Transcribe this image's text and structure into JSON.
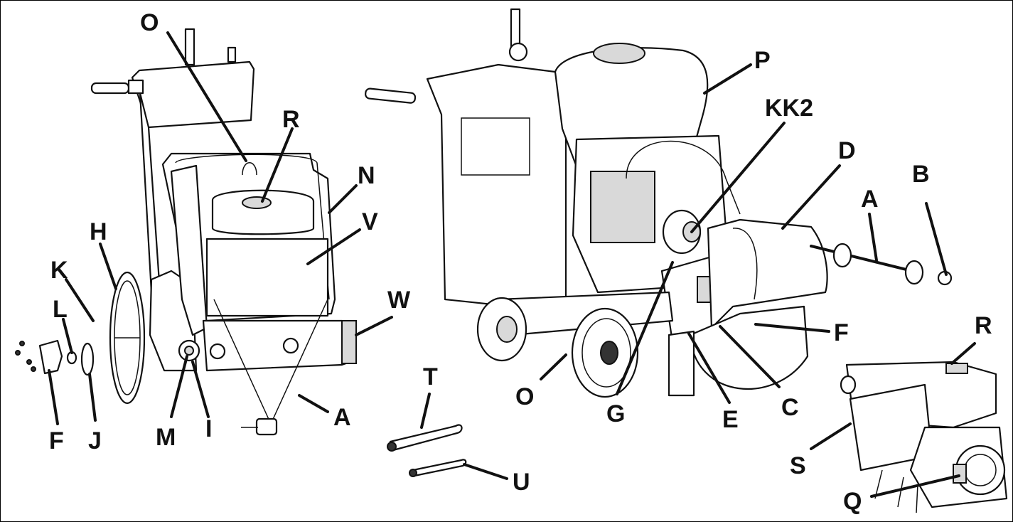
{
  "diagram": {
    "labels": {
      "O_top": "O",
      "R_top": "R",
      "N": "N",
      "H": "H",
      "V": "V",
      "K": "K",
      "L": "L",
      "W": "W",
      "F_left": "F",
      "J": "J",
      "M": "M",
      "I": "I",
      "A_left": "A",
      "T": "T",
      "U": "U",
      "P": "P",
      "KK2": "KK2",
      "D": "D",
      "B": "B",
      "A_right": "A",
      "F_right": "F",
      "C": "C",
      "E": "E",
      "G": "G",
      "O_bottom": "O",
      "R_right": "R",
      "S": "S",
      "Q": "Q"
    }
  }
}
